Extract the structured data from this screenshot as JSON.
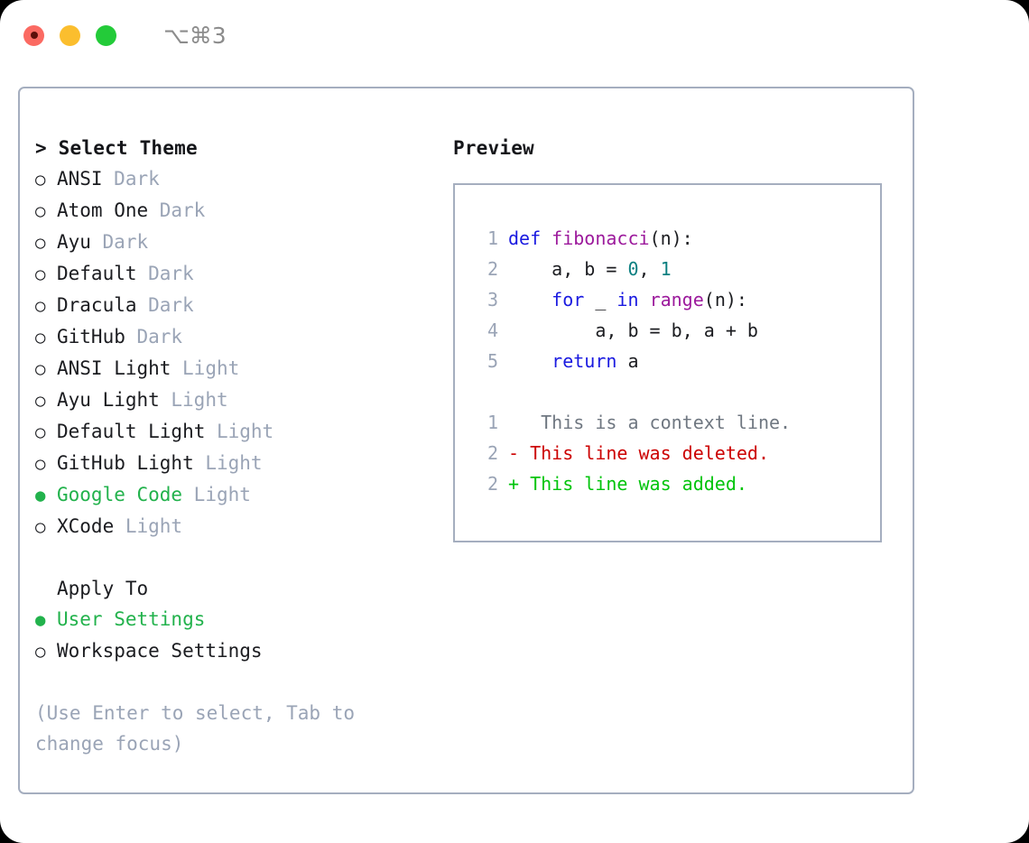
{
  "titlebar": {
    "shortcut": "⌥⌘3",
    "buttons": [
      {
        "name": "close",
        "color": "#fb6a62"
      },
      {
        "name": "minimize",
        "color": "#fbbe2e"
      },
      {
        "name": "zoom",
        "color": "#23cb39"
      }
    ]
  },
  "theme_picker": {
    "header": "> Select Theme",
    "options": [
      {
        "marker": "○",
        "label": "ANSI",
        "variant": "Dark",
        "selected": false
      },
      {
        "marker": "○",
        "label": "Atom One",
        "variant": "Dark",
        "selected": false
      },
      {
        "marker": "○",
        "label": "Ayu",
        "variant": "Dark",
        "selected": false
      },
      {
        "marker": "○",
        "label": "Default",
        "variant": "Dark",
        "selected": false
      },
      {
        "marker": "○",
        "label": "Dracula",
        "variant": "Dark",
        "selected": false
      },
      {
        "marker": "○",
        "label": "GitHub",
        "variant": "Dark",
        "selected": false
      },
      {
        "marker": "○",
        "label": "ANSI Light",
        "variant": "Light",
        "selected": false
      },
      {
        "marker": "○",
        "label": "Ayu Light",
        "variant": "Light",
        "selected": false
      },
      {
        "marker": "○",
        "label": "Default Light",
        "variant": "Light",
        "selected": false
      },
      {
        "marker": "○",
        "label": "GitHub Light",
        "variant": "Light",
        "selected": false
      },
      {
        "marker": "●",
        "label": "Google Code",
        "variant": "Light",
        "selected": true
      },
      {
        "marker": "○",
        "label": "XCode",
        "variant": "Light",
        "selected": false
      }
    ],
    "apply_to": {
      "header": "Apply To",
      "options": [
        {
          "marker": "●",
          "label": "User Settings",
          "selected": true
        },
        {
          "marker": "○",
          "label": "Workspace Settings",
          "selected": false
        }
      ]
    },
    "hint": "(Use Enter to select, Tab to change focus)"
  },
  "preview": {
    "title": "Preview",
    "code_lines": [
      {
        "lineno": "1",
        "tokens": [
          {
            "text": "def ",
            "type": "kw"
          },
          {
            "text": "fibonacci",
            "type": "fn"
          },
          {
            "text": "(n):",
            "type": "plain"
          }
        ]
      },
      {
        "lineno": "2",
        "tokens": [
          {
            "text": "    a, b = ",
            "type": "plain"
          },
          {
            "text": "0",
            "type": "num"
          },
          {
            "text": ", ",
            "type": "plain"
          },
          {
            "text": "1",
            "type": "num"
          }
        ]
      },
      {
        "lineno": "3",
        "tokens": [
          {
            "text": "    ",
            "type": "plain"
          },
          {
            "text": "for",
            "type": "kw"
          },
          {
            "text": " _ ",
            "type": "plain"
          },
          {
            "text": "in",
            "type": "kw"
          },
          {
            "text": " ",
            "type": "plain"
          },
          {
            "text": "range",
            "type": "fn"
          },
          {
            "text": "(n):",
            "type": "plain"
          }
        ]
      },
      {
        "lineno": "4",
        "tokens": [
          {
            "text": "        a, b = b, a + b",
            "type": "plain"
          }
        ]
      },
      {
        "lineno": "5",
        "tokens": [
          {
            "text": "    ",
            "type": "plain"
          },
          {
            "text": "return",
            "type": "kw"
          },
          {
            "text": " a",
            "type": "plain"
          }
        ]
      }
    ],
    "diff_lines": [
      {
        "lineno": "1",
        "sign": " ",
        "text": "  This is a context line.",
        "kind": "context"
      },
      {
        "lineno": "2",
        "sign": "-",
        "text": " This line was deleted.",
        "kind": "deleted"
      },
      {
        "lineno": "2",
        "sign": "+",
        "text": " This line was added.",
        "kind": "added"
      }
    ]
  },
  "colors": {
    "selected_green": "#22b24c",
    "muted_gray": "#9aa4b6",
    "border": "#a5aebf",
    "keyword_blue": "#1a1ae0",
    "function_magenta": "#9c1a9c",
    "number_teal": "#0a7f80",
    "diff_deleted": "#cc0000",
    "diff_added": "#00c40b",
    "diff_context": "#6f7781"
  }
}
